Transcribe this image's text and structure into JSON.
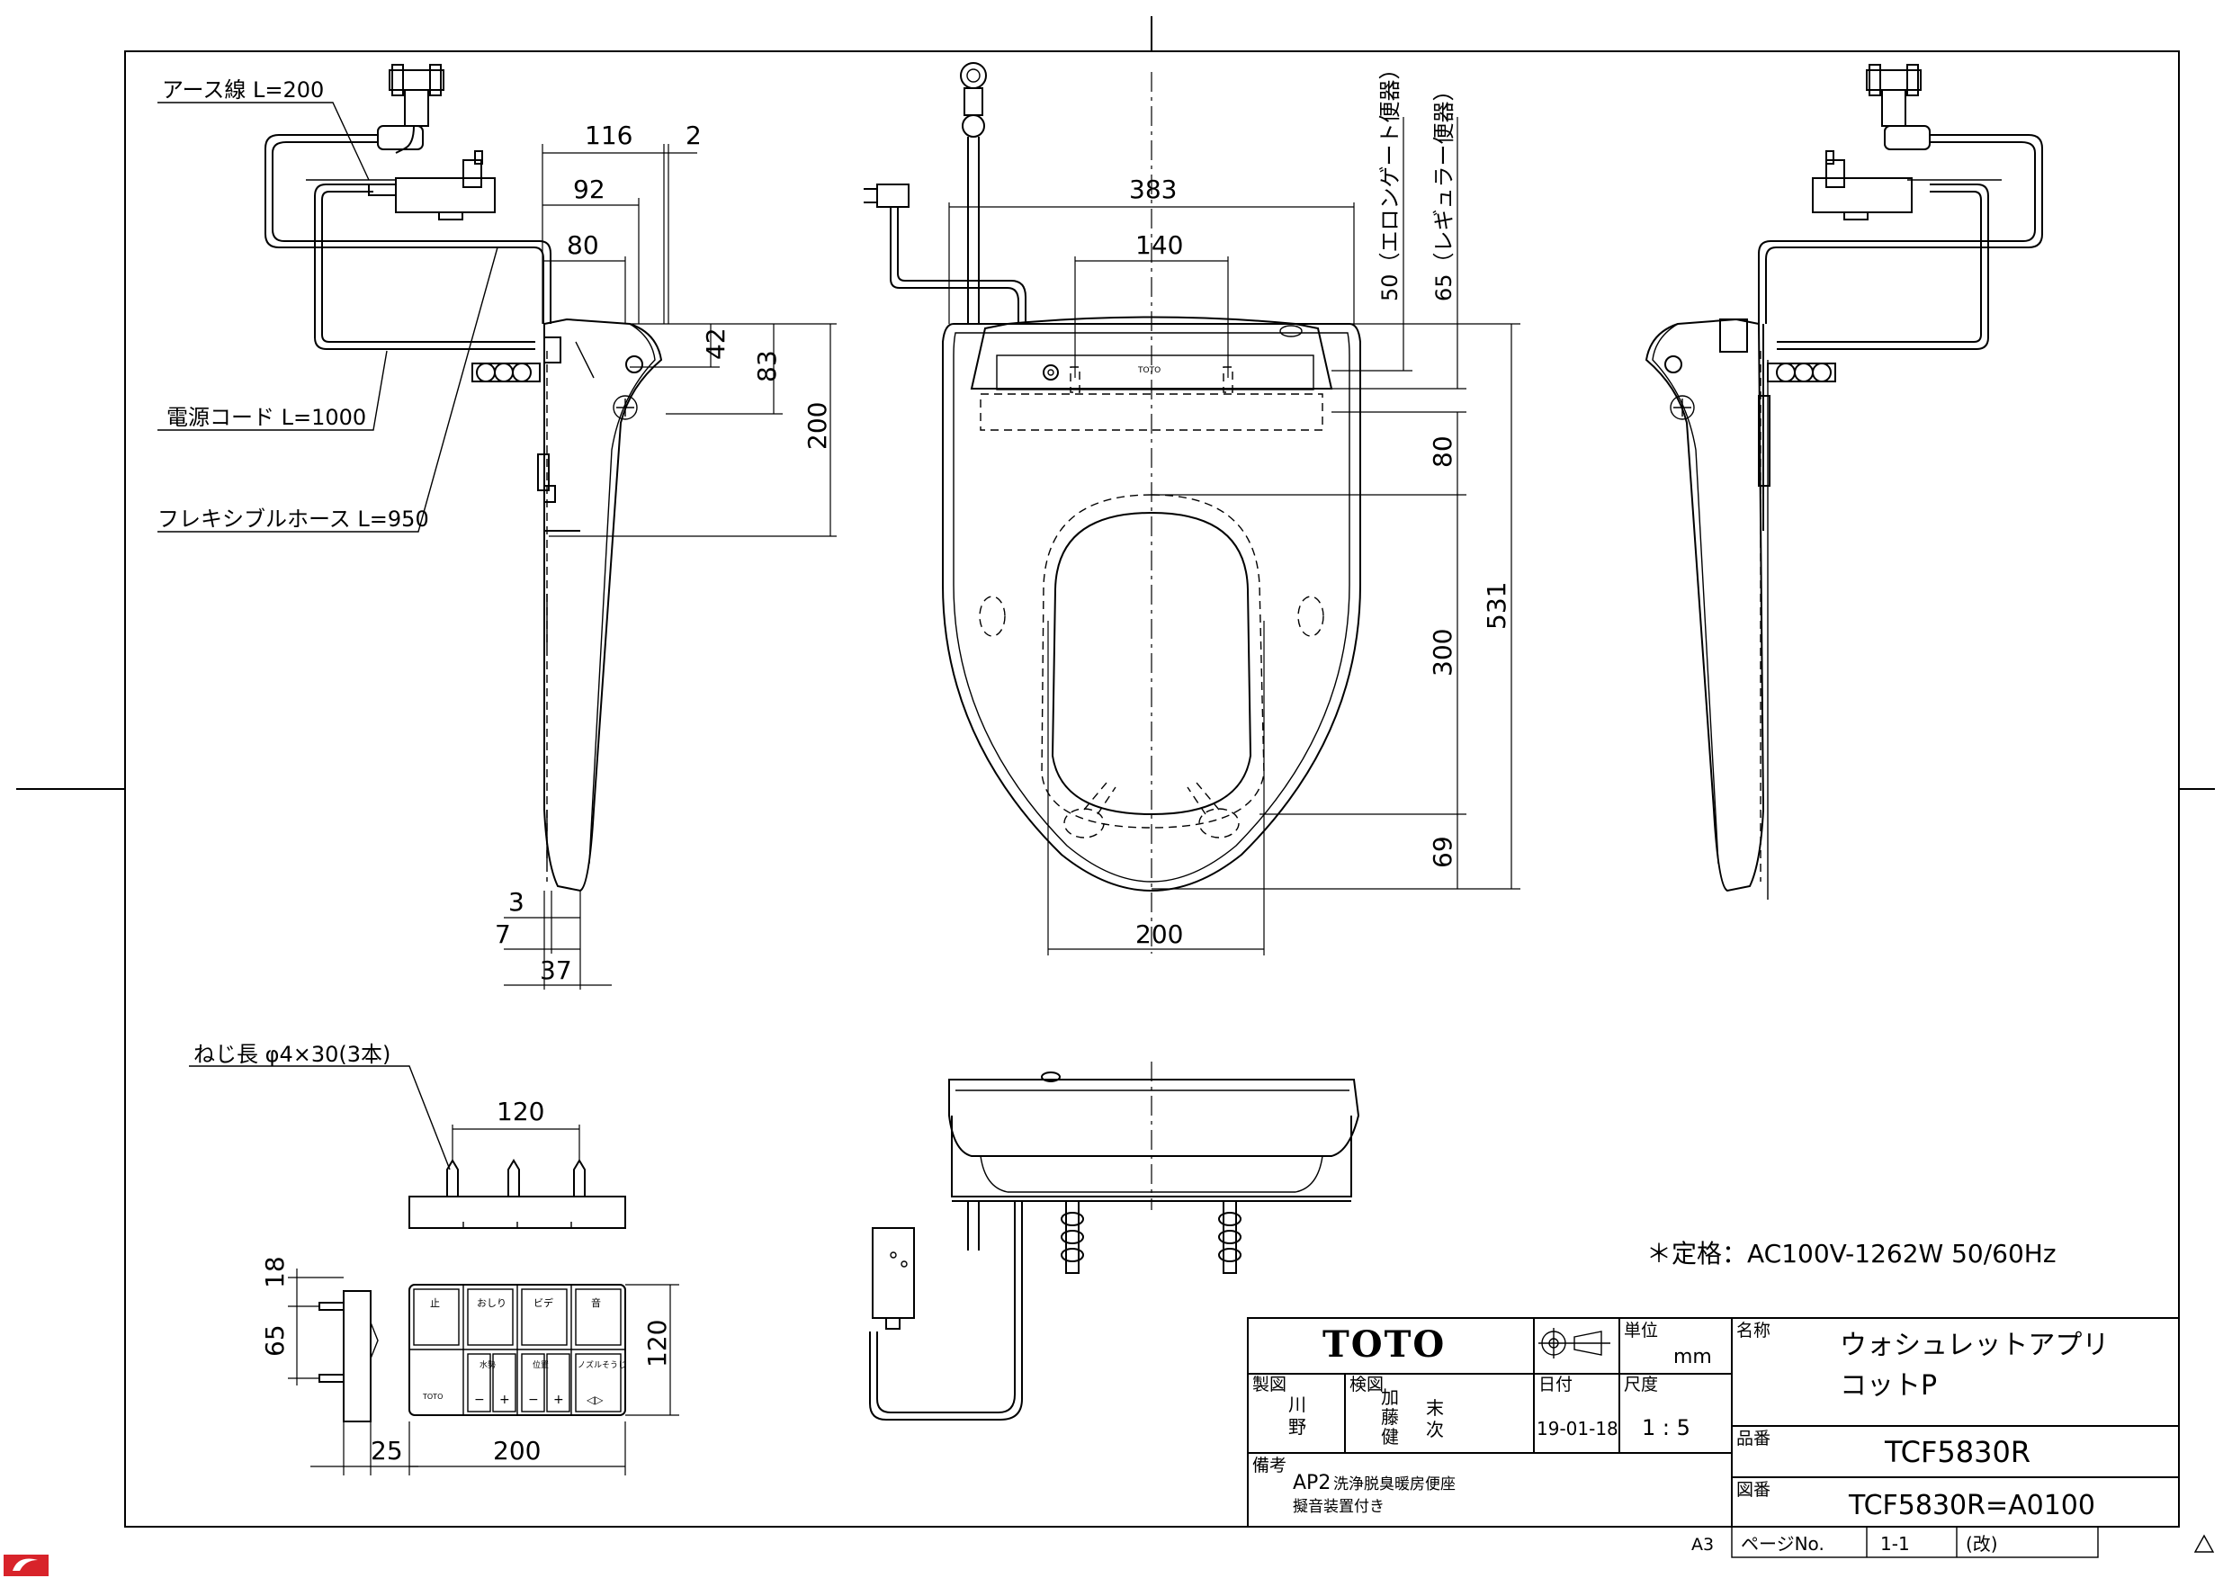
{
  "labels": {
    "earth_wire": "アース線 L=200",
    "power_cord": "電源コード L=1000",
    "flexible_hose": "フレキシブルホース L=950",
    "screw": "ねじ長 φ4×30(3本)",
    "elongated": "50（エロンゲート便器）",
    "regular": "65（レギュラー便器）",
    "rating": "＊定格：AC100V-1262W 50/60Hz"
  },
  "dims": {
    "d116": "116",
    "d2": "2",
    "d92": "92",
    "d80a": "80",
    "d42": "42",
    "d83": "83",
    "d200a": "200",
    "d3": "3",
    "d7": "7",
    "d37": "37",
    "d383": "383",
    "d140": "140",
    "d80b": "80",
    "d531": "531",
    "d300": "300",
    "d69": "69",
    "d200b": "200",
    "d120a": "120",
    "d18": "18",
    "d65": "65",
    "d120b": "120",
    "d25": "25",
    "d200c": "200"
  },
  "panel": {
    "top": [
      "止",
      "おしり",
      "ビデ",
      "音"
    ],
    "bottom_sub": [
      "水勢",
      "位置",
      "ノズルそうじ"
    ],
    "bottom_syms": [
      "−",
      "+",
      "−",
      "+",
      "◁▷"
    ],
    "brand": "TOTO"
  },
  "title_block": {
    "logo": "TOTO",
    "unit_label": "単位",
    "unit": "mm",
    "name_label": "名称",
    "name_line1": "ウォシュレットアプリ",
    "name_line2": "コットP",
    "drawn_label": "製図",
    "drawn_by": [
      "川",
      "野"
    ],
    "checked_label": "検図",
    "checked_by": [
      "加",
      "藤",
      "健",
      "末",
      "次"
    ],
    "date_label": "日付",
    "date": "19-01-18",
    "scale_label": "尺度",
    "scale": "1 : 5",
    "product_no_label": "品番",
    "product_no": "TCF5830R",
    "notes_label": "備考",
    "note_code": "AP2",
    "note_line1": "洗浄脱臭暖房便座",
    "note_line2": "擬音装置付き",
    "drawing_no_label": "図番",
    "drawing_no": "TCF5830R=A0100",
    "sheet_size": "A3",
    "page_label": "ページNo.",
    "page": "1-1",
    "revision_label": "(改)"
  }
}
